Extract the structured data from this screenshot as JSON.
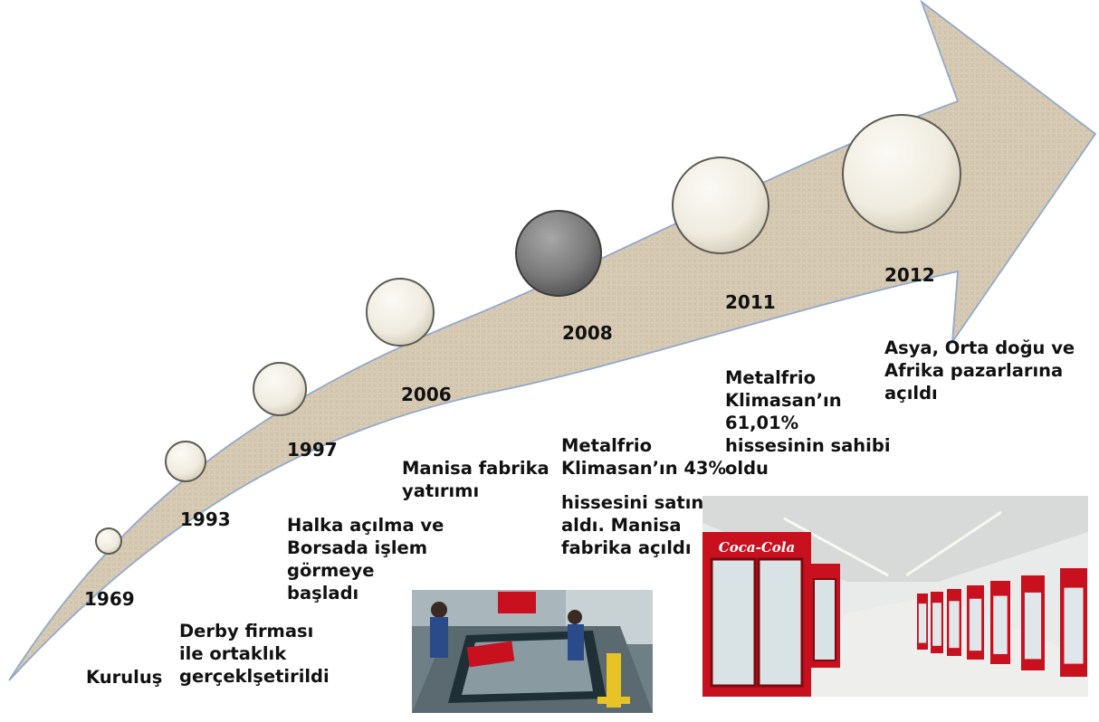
{
  "milestones": [
    {
      "year": "1969",
      "description": [
        "Kuruluş"
      ],
      "highlighted": false
    },
    {
      "year": "1993",
      "description": [
        "Derby firması",
        "ile ortaklık",
        "gerçeklşetirildi"
      ],
      "highlighted": false
    },
    {
      "year": "1997",
      "description": [
        "Halka açılma ve",
        "Borsada işlem",
        "görmeye",
        "başladı"
      ],
      "highlighted": false
    },
    {
      "year": "2006",
      "description": [
        "Manisa fabrika",
        "yatırımı"
      ],
      "highlighted": false
    },
    {
      "year": "2008",
      "description": [
        "Metalfrio",
        "Klimasan’ın 43%",
        "hissesini satın",
        "aldı. Manisa",
        "fabrika açıldı"
      ],
      "highlighted": true
    },
    {
      "year": "2011",
      "description": [
        "Metalfrio",
        "Klimasan’ın",
        "61,01%",
        "hissesinin sahibi",
        "oldu"
      ],
      "highlighted": false
    },
    {
      "year": "2012",
      "description": [
        "Asya, Orta doğu ve",
        "Afrika pazarlarına",
        "açıldı"
      ],
      "highlighted": false
    }
  ],
  "photos": {
    "factory": {
      "description": "factory-workers-photo"
    },
    "warehouse": {
      "description": "coolers-production-line-photo",
      "brand_text": "Coca-Cola"
    }
  },
  "colors": {
    "arrow_fill": "#d9cdb8",
    "arrow_edge": "#93a9c9",
    "milestone": "#f1eee4",
    "milestone_highlight": "#7a7a7a",
    "cooler_red": "#c8101e"
  }
}
